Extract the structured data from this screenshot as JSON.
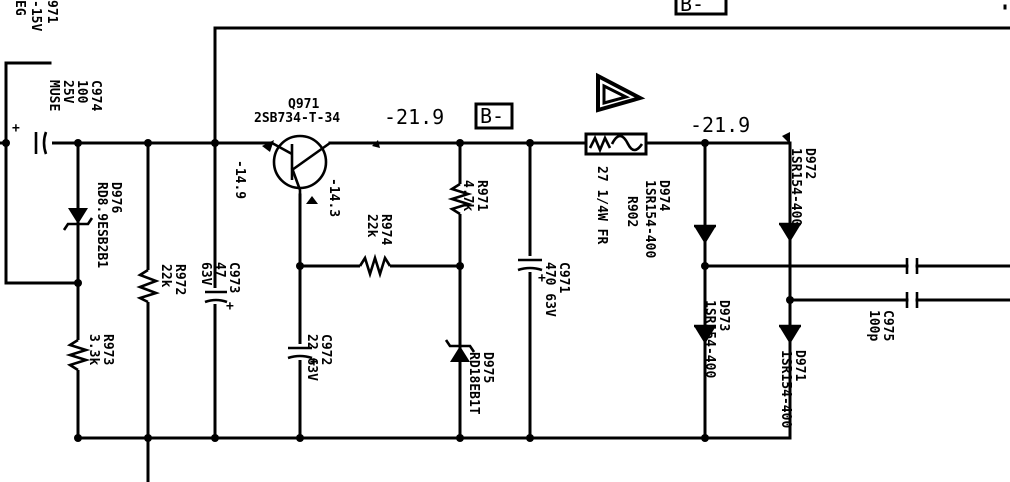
{
  "edge": {
    "l1": "971",
    "l2": "-15V",
    "l3": "EG"
  },
  "box_top": "B-",
  "q971": {
    "ref": "Q971",
    "part": "2SB734-T-34",
    "v_right": "-14.9",
    "v_base": "-14.3"
  },
  "node_top": {
    "volt": "-21.9",
    "box": "B-"
  },
  "volt_right": "-21.9",
  "c974": {
    "ref": "C974",
    "l1": "100",
    "l2": "25V",
    "l3": "MUSE"
  },
  "d976": {
    "ref": "D976",
    "part": "RD8.9ESB2B1"
  },
  "r972": {
    "ref": "R972",
    "val": "22k"
  },
  "r973": {
    "ref": "R973",
    "val": "3.3k"
  },
  "c973": {
    "ref": "C973",
    "val": "47",
    "v": "63V"
  },
  "r974": {
    "ref": "R974",
    "val": "22k"
  },
  "c972": {
    "ref": "C972",
    "val": "22 63V"
  },
  "r971": {
    "ref": "R971",
    "val": "4.7k"
  },
  "d975": {
    "ref": "D975",
    "part": "RD18EB1T"
  },
  "c971": {
    "ref": "C971",
    "val": "470 63V"
  },
  "r902": {
    "ref": "R902",
    "val": "27 1/4W FR"
  },
  "d974": {
    "ref": "D974",
    "part": "1SR154-400"
  },
  "d973": {
    "ref": "D973",
    "part": "1SR154-400"
  },
  "d972": {
    "ref": "D972",
    "part": "1SR154-400"
  },
  "d971": {
    "ref": "D971",
    "part": "1SR154-400"
  },
  "c975": {
    "ref": "C975",
    "val": "100p"
  }
}
